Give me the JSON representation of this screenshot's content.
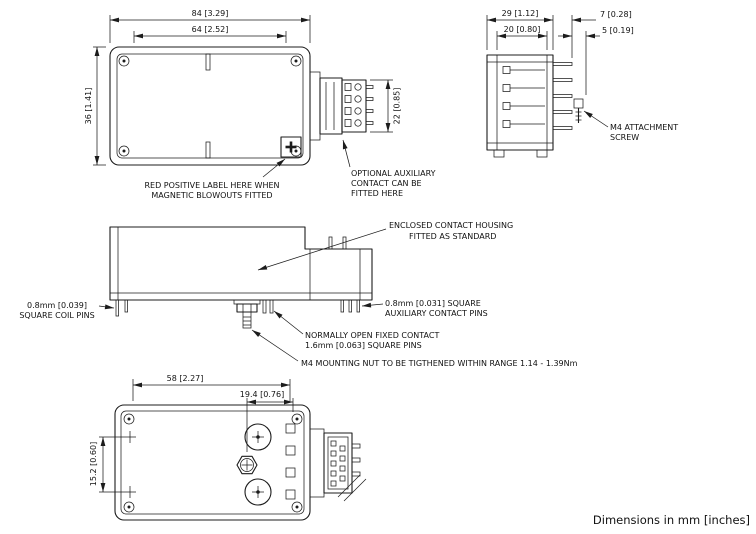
{
  "colors": {
    "ink": "#1c1c1c",
    "background": "#ffffff"
  },
  "footer": {
    "text": "Dimensions in mm [inches]"
  },
  "top_view": {
    "dims": {
      "outer_width": "84 [3.29]",
      "inner_width": "64 [2.52]",
      "height": "36 [1.41]",
      "aux_height": "22 [0.85]"
    },
    "notes": {
      "red_label_line1": "RED POSITIVE LABEL HERE WHEN",
      "red_label_line2": "MAGNETIC BLOWOUTS FITTED",
      "aux_line1": "OPTIONAL AUXILIARY",
      "aux_line2": "CONTACT CAN BE",
      "aux_line3": "FITTED HERE"
    }
  },
  "end_view": {
    "dims": {
      "depth": "29 [1.12]",
      "pin_protrusion": "7 [0.28]",
      "inner_depth": "20 [0.80]",
      "screw_protrusion": "5 [0.19]"
    },
    "notes": {
      "screw_line1": "M4 ATTACHMENT",
      "screw_line2": "SCREW"
    }
  },
  "side_view": {
    "notes": {
      "housing_line1": "ENCLOSED CONTACT HOUSING",
      "housing_line2": "FITTED AS STANDARD",
      "coil_pins_line1": "0.8mm [0.039]",
      "coil_pins_line2": "SQUARE COIL PINS",
      "aux_pins_line1": "0.8mm [0.031] SQUARE",
      "aux_pins_line2": "AUXILIARY CONTACT PINS",
      "no_contact_line1": "NORMALLY OPEN FIXED CONTACT",
      "no_contact_line2": "1.6mm [0.063] SQUARE PINS",
      "mounting_nut_note": "M4 MOUNTING NUT TO BE TIGTHENED WITHIN RANGE 1.14 - 1.39Nm"
    }
  },
  "bottom_view": {
    "dims": {
      "width": "58 [2.27]",
      "stud_offset": "19.4 [0.76]",
      "hole_spacing": "15.2 [0.60]"
    }
  }
}
